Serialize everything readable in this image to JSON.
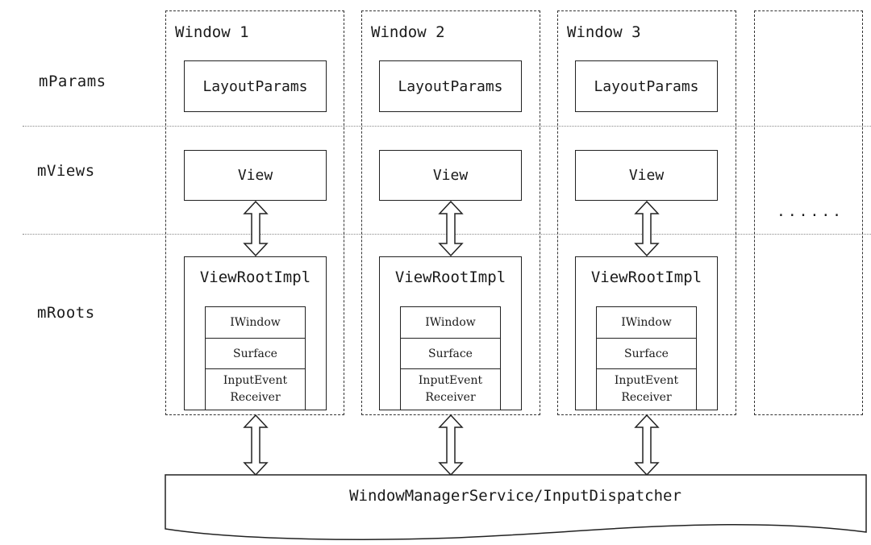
{
  "rows": {
    "params": "mParams",
    "views": "mViews",
    "roots": "mRoots"
  },
  "windows": [
    {
      "title": "Window 1",
      "layout_params": "LayoutParams",
      "view": "View",
      "view_root": "ViewRootImpl",
      "components": [
        "IWindow",
        "Surface",
        "InputEvent\nReceiver"
      ]
    },
    {
      "title": "Window 2",
      "layout_params": "LayoutParams",
      "view": "View",
      "view_root": "ViewRootImpl",
      "components": [
        "IWindow",
        "Surface",
        "InputEvent\nReceiver"
      ]
    },
    {
      "title": "Window 3",
      "layout_params": "LayoutParams",
      "view": "View",
      "view_root": "ViewRootImpl",
      "components": [
        "IWindow",
        "Surface",
        "InputEvent\nReceiver"
      ]
    }
  ],
  "more": "......",
  "service": "WindowManagerService/InputDispatcher",
  "colors": {
    "line": "#222222",
    "dashed": "#333333",
    "divider": "#888888"
  },
  "icons": [
    "double-arrow-icon"
  ]
}
